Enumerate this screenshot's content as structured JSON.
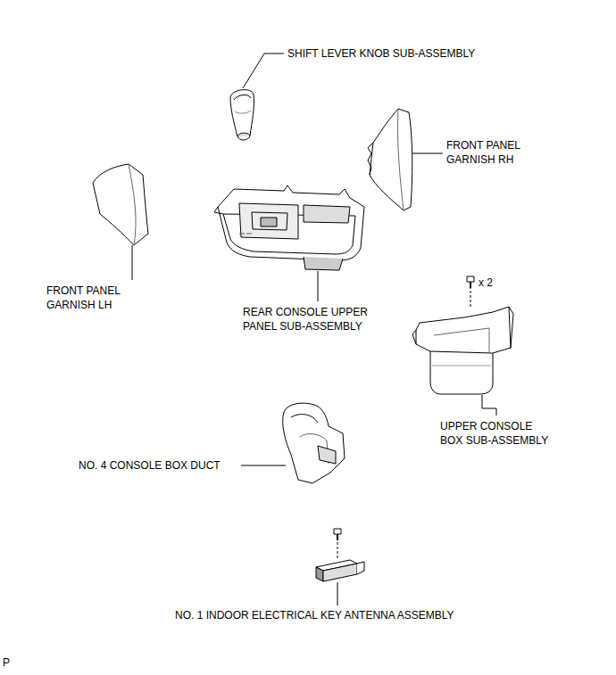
{
  "diagram": {
    "labels": [
      "SHIFT LEVER KNOB SUB-ASSEMBLY",
      "FRONT PANEL GARNISH RH",
      "FRONT PANEL GARNISH LH",
      "REAR CONSOLE UPPER PANEL SUB-ASSEMBLY",
      "x 2",
      "UPPER CONSOLE BOX SUB-ASSEMBLY",
      "NO. 4 CONSOLE BOX DUCT",
      "NO. 1 INDOOR ELECTRICAL KEY ANTENNA ASSEMBLY",
      "P"
    ]
  }
}
